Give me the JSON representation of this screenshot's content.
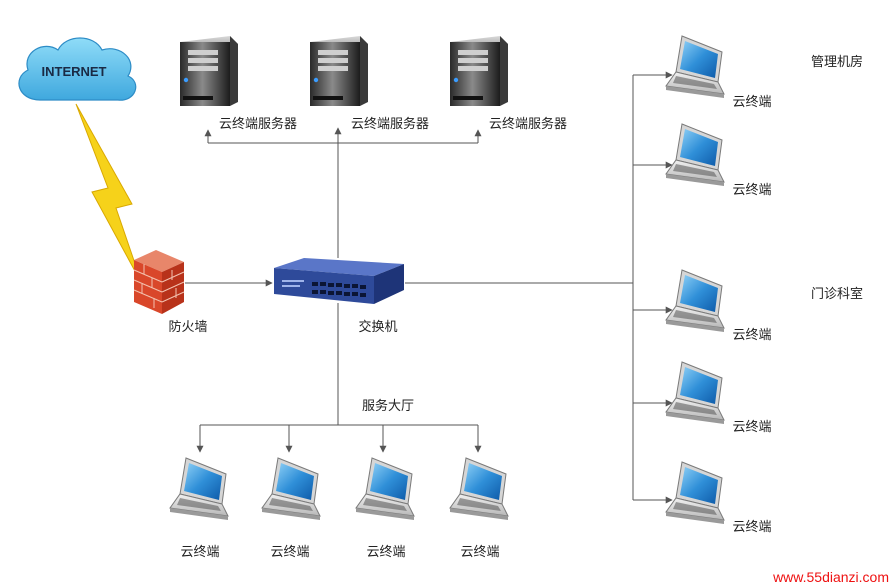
{
  "internet": {
    "label": "INTERNET"
  },
  "firewall": {
    "label": "防火墙"
  },
  "switch": {
    "label": "交换机"
  },
  "servers": [
    {
      "label": "云终端服务器"
    },
    {
      "label": "云终端服务器"
    },
    {
      "label": "云终端服务器"
    }
  ],
  "groups": {
    "management": {
      "title": "管理机房",
      "terminals": [
        {
          "label": "云终端"
        },
        {
          "label": "云终端"
        }
      ]
    },
    "clinic": {
      "title": "门诊科室",
      "terminals": [
        {
          "label": "云终端"
        },
        {
          "label": "云终端"
        },
        {
          "label": "云终端"
        }
      ]
    },
    "hall": {
      "title": "服务大厅",
      "terminals": [
        {
          "label": "云终端"
        },
        {
          "label": "云终端"
        },
        {
          "label": "云终端"
        },
        {
          "label": "云终端"
        }
      ]
    }
  },
  "watermark": "www.55dianzi.com",
  "colors": {
    "line": "#555555",
    "cloud": "#5bbde8",
    "switch": "#2e4a9a",
    "lightning": "#f2c400",
    "firewall": "#d2452a",
    "screen": "#2f8fd8"
  }
}
